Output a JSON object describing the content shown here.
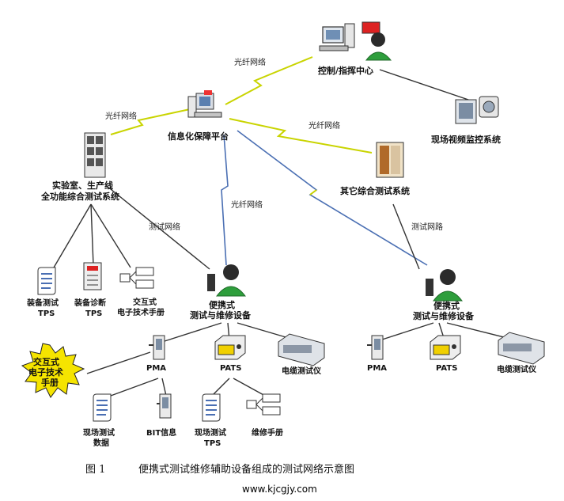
{
  "nodes": {
    "control_center": "控制/指挥中心",
    "info_platform": "信息化保障平台",
    "video_monitor": "现场视频监控系统",
    "lab_system_line1": "实验室、生产线",
    "lab_system_line2": "全功能综合测试系统",
    "other_test_system": "其它综合测试系统",
    "portable_left_line1": "便携式",
    "portable_left_line2": "测试与维修设备",
    "portable_right_line1": "便携式",
    "portable_right_line2": "测试与维修设备"
  },
  "networks": {
    "fiber_top": "光纤网络",
    "fiber_left": "光纤网络",
    "fiber_right": "光纤网络",
    "fiber_mid": "光纤网络",
    "test_net_left": "测试网络",
    "test_net_right": "测试网路"
  },
  "lab_children": {
    "tps_line1": "装备测试",
    "tps_line2": "TPS",
    "diag_line1": "装备诊断",
    "diag_line2": "TPS",
    "manual_line1": "交互式",
    "manual_line2": "电子技术手册"
  },
  "left_devices": {
    "pma": "PMA",
    "pats": "PATS",
    "cable": "电缆测试仪"
  },
  "right_devices": {
    "pma": "PMA",
    "pats": "PATS",
    "cable": "电缆测试仪"
  },
  "burst": {
    "line1": "交互式",
    "line2": "电子技术",
    "line3": "手册"
  },
  "pma_children": {
    "field_data_line1": "现场测试",
    "field_data_line2": "数据",
    "bit": "BIT信息"
  },
  "pats_children": {
    "field_tps_line1": "现场测试",
    "field_tps_line2": "TPS",
    "repair_manual": "维修手册"
  },
  "caption": {
    "number": "图 1",
    "text": "便携式测试维修辅助设备组成的测试网络示意图"
  },
  "watermark": "www.kjcgjy.com",
  "colors": {
    "fiber": "#c9d400",
    "link": "#4a6fb3",
    "person_green": "#2e9e3c",
    "burst": "#f5e400"
  }
}
